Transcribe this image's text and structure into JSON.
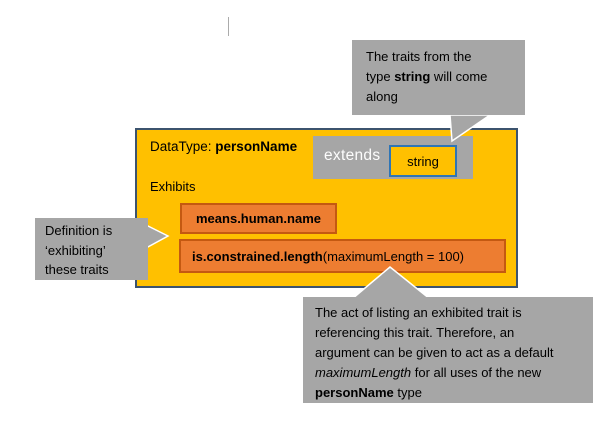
{
  "colors": {
    "amber": "#FFC000",
    "main_border": "#3C536E",
    "gray": "#A6A6A6",
    "orange": "#ED7D31",
    "orange_border": "#C45911",
    "string_border": "#2E75B6"
  },
  "main_box": {
    "datatype_prefix": "DataType: ",
    "datatype_name": "personName",
    "extends_label": "extends",
    "string_label": "string",
    "exhibits_label": "Exhibits",
    "trait_means": "means.human.name",
    "trait_constrained_bold": "is.constrained.length",
    "trait_constrained_rest": " (maximumLength = 100)"
  },
  "callout_top": {
    "line1": "The traits from the",
    "line2_pre": "type ",
    "line2_bold": "string",
    "line2_post": " will come",
    "line3": "along"
  },
  "callout_left": {
    "line1": "Definition is",
    "line2": "‘exhibiting’",
    "line3": "these traits"
  },
  "callout_bottom": {
    "line1": "The act of listing an exhibited trait is",
    "line2": "referencing this trait. Therefore, an",
    "line3": "argument can be given to act as a default",
    "line4_italic": "maximumLength",
    "line4_rest": " for all uses of the new",
    "line5_bold": "personName",
    "line5_rest": " type"
  }
}
